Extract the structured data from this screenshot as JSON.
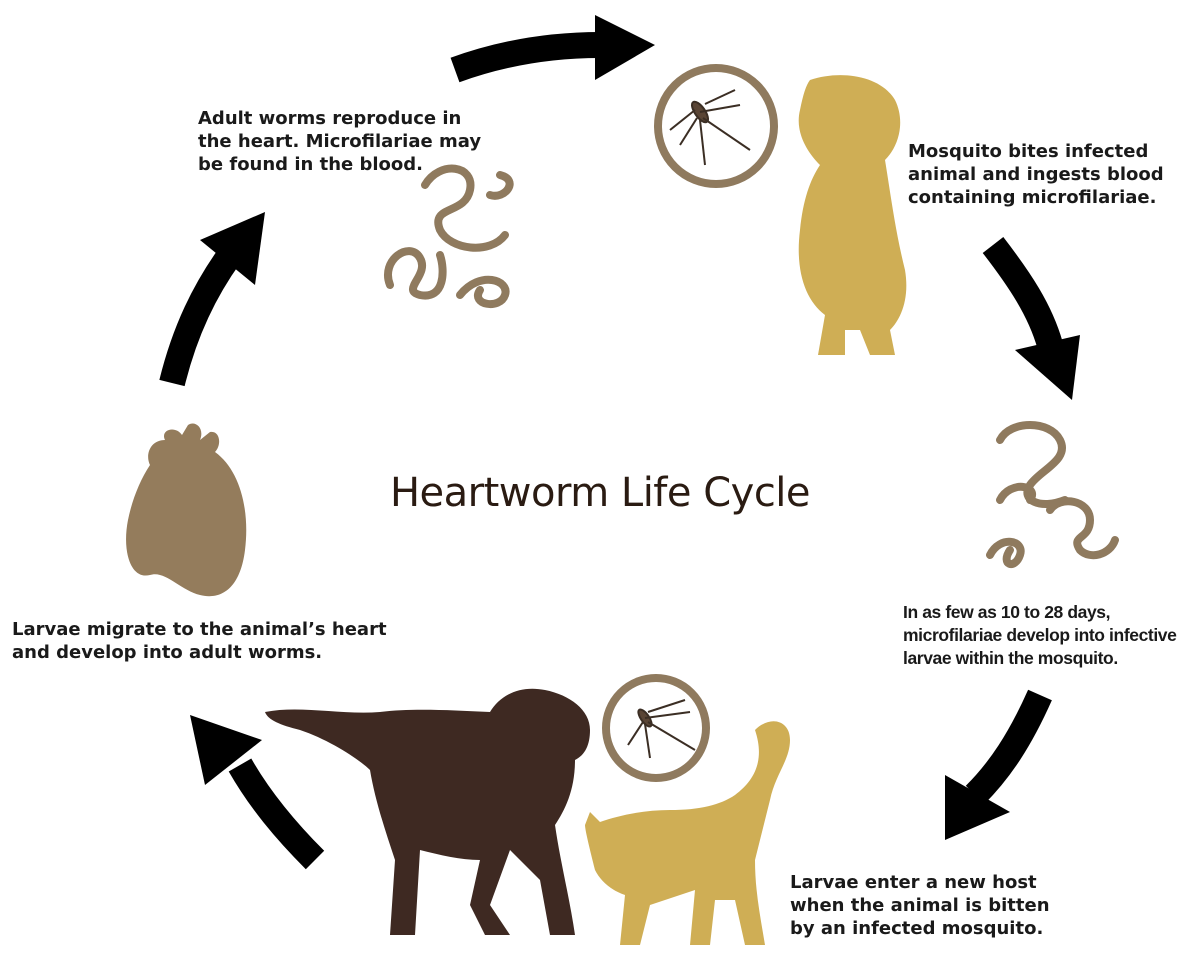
{
  "title": "Heartworm Life Cycle",
  "steps": {
    "adult_worms": "Adult worms reproduce in the heart. Microfilariae may be found in the blood.",
    "mosquito_bites": "Mosquito bites infected animal and ingests blood containing microfilariae.",
    "develop_days": "In as few as 10 to 28 days, microfilariae develop into infective larvae within the mosquito.",
    "new_host": "Larvae enter a new host when the animal is bitten by an infected mosquito.",
    "migrate_heart": "Larvae migrate to the animal’s heart and develop into adult worms."
  },
  "colors": {
    "worm": "#8f7a5e",
    "gold": "#cfae55",
    "dark_dog": "#3e2922",
    "heart": "#947c5c",
    "ring": "#8f7a5e",
    "arrow": "#000000"
  },
  "icons": [
    "arrow-icon",
    "mosquito-icon",
    "puppy-icon",
    "worm-icon",
    "heart-icon",
    "dog-icon",
    "cat-icon"
  ]
}
